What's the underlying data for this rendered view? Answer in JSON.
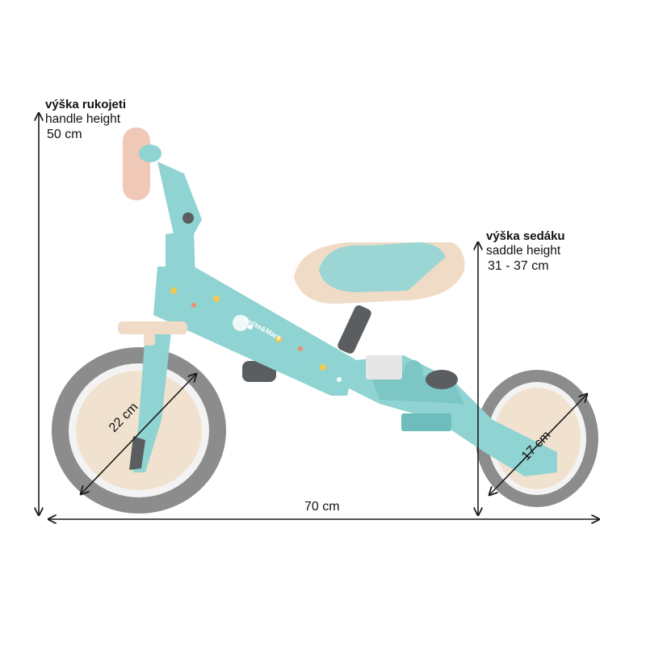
{
  "handle": {
    "title_cz": "výška rukojeti",
    "title_en": "handle height",
    "value": "50 cm"
  },
  "saddle": {
    "title_cz": "výška sedáku",
    "title_en": "saddle height",
    "value": "31 - 37 cm"
  },
  "length": {
    "value": "70 cm"
  },
  "front_wheel": {
    "value": "22 cm"
  },
  "rear_wheel": {
    "value": "17 cm"
  },
  "brand": "Petite&Mars",
  "colors": {
    "frame": "#8fd3d2",
    "frame_dark": "#6fbcbc",
    "tire": "#8c8c8c",
    "rim": "#f1e2cf",
    "cream": "#f0dcc6",
    "grip": "#f0c8b8",
    "seat_top": "#9bd6d4",
    "dark_part": "#5b5e61",
    "dimension_line": "#1a1a1a"
  }
}
